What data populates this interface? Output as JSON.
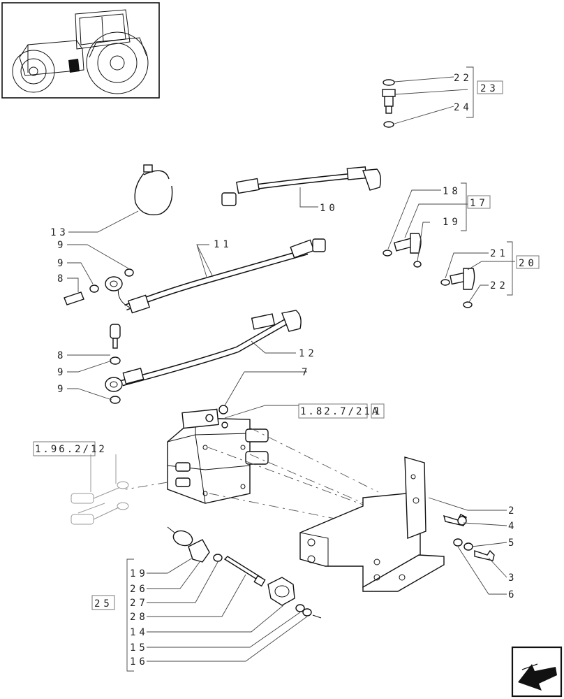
{
  "callouts": {
    "c22a": "22",
    "c23": "23",
    "c24": "24",
    "c10": "10",
    "c18": "18",
    "c17": "17",
    "c19a": "19",
    "c13": "13",
    "c11": "11",
    "c9a": "9",
    "c9b": "9",
    "c8a": "8",
    "c21": "21",
    "c20": "20",
    "c22b": "22",
    "c8b": "8",
    "c9c": "9",
    "c9d": "9",
    "c12": "12",
    "c7": "7",
    "ref_a": "1.82.7/21A",
    "ref_a_num": "1",
    "ref_b": "1.96.2/12",
    "c2": "2",
    "c4": "4",
    "c5": "5",
    "c3": "3",
    "c6": "6",
    "c25": "25",
    "c19b": "19",
    "c26": "26",
    "c27": "27",
    "c28": "28",
    "c14": "14",
    "c15": "15",
    "c16": "16"
  },
  "icons": {
    "thumbnail": "tractor-icon",
    "nav": "arrow-back-icon"
  }
}
